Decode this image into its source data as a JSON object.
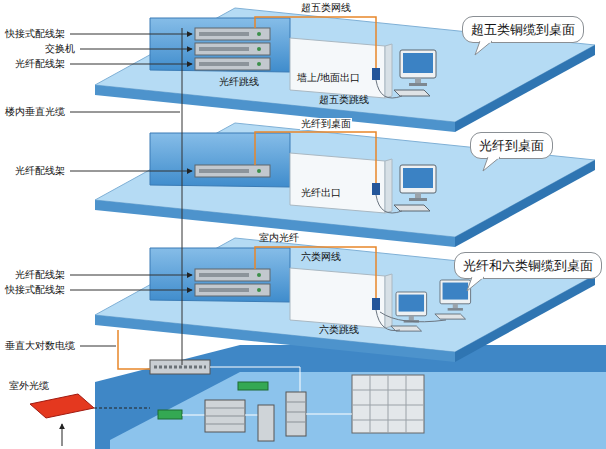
{
  "diagram": {
    "nodes": [
      {
        "text": [
          "超五类铜缆到桌面"
        ]
      },
      {
        "text": [
          "光纤到桌面"
        ]
      },
      {
        "text": [
          "光纤和六类铜缆到桌面"
        ]
      }
    ],
    "edges": [],
    "labels": [
      "快接式配线架",
      "交换机",
      "光纤配线架",
      "超五类网线",
      "光纤跳线",
      "墙上/地面出口",
      "超五类跳线",
      "楼内垂直光缆",
      "光纤到桌面",
      "光纤配线架",
      "光纤出口",
      "室内光纤",
      "六类网线",
      "光纤配线架",
      "快接式配线架",
      "六类跳线",
      "垂直大对数电缆",
      "室外光缆"
    ]
  }
}
